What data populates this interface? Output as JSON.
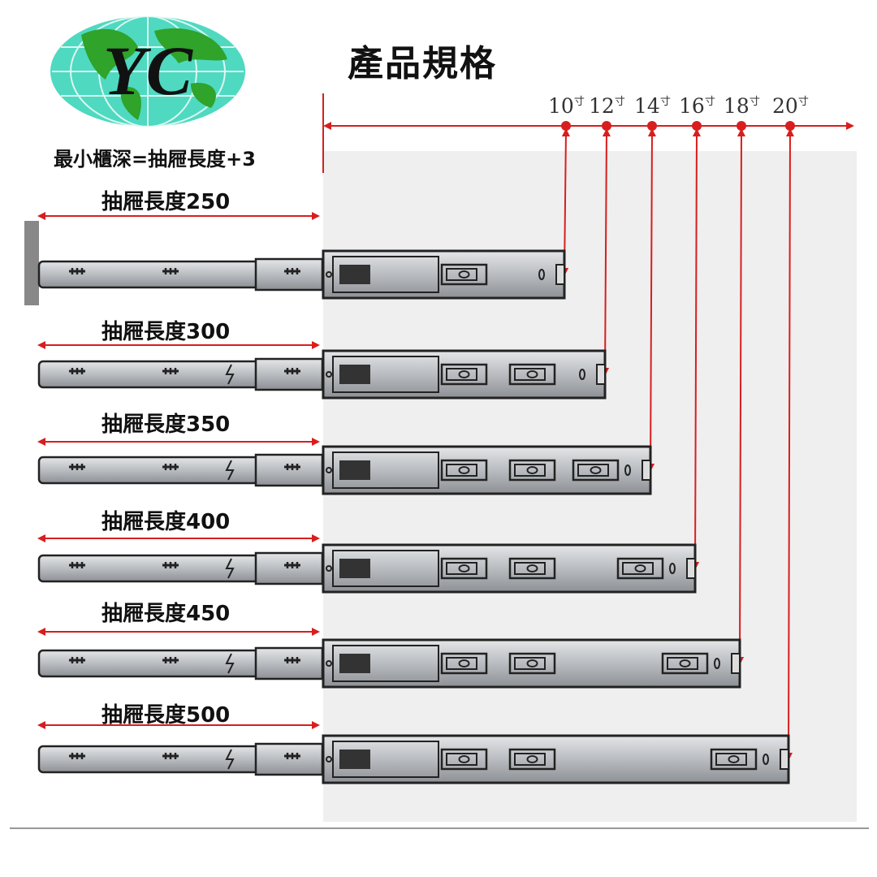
{
  "logo": {
    "text": "YC"
  },
  "title": "產品規格",
  "formula": "最小櫃深=抽屜長度+3",
  "sizes": [
    {
      "num": "10",
      "unit": "寸"
    },
    {
      "num": "12",
      "unit": "寸"
    },
    {
      "num": "14",
      "unit": "寸"
    },
    {
      "num": "16",
      "unit": "寸"
    },
    {
      "num": "18",
      "unit": "寸"
    },
    {
      "num": "20",
      "unit": "寸"
    }
  ],
  "drawers": [
    {
      "label": "抽屜長度250"
    },
    {
      "label": "抽屜長度300"
    },
    {
      "label": "抽屜長度350"
    },
    {
      "label": "抽屜長度400"
    },
    {
      "label": "抽屜長度450"
    },
    {
      "label": "抽屜長度500"
    }
  ],
  "colors": {
    "accent": "#d81e1e",
    "rail": "#b9bcc0",
    "outline": "#222222",
    "panel": "#efefef"
  }
}
